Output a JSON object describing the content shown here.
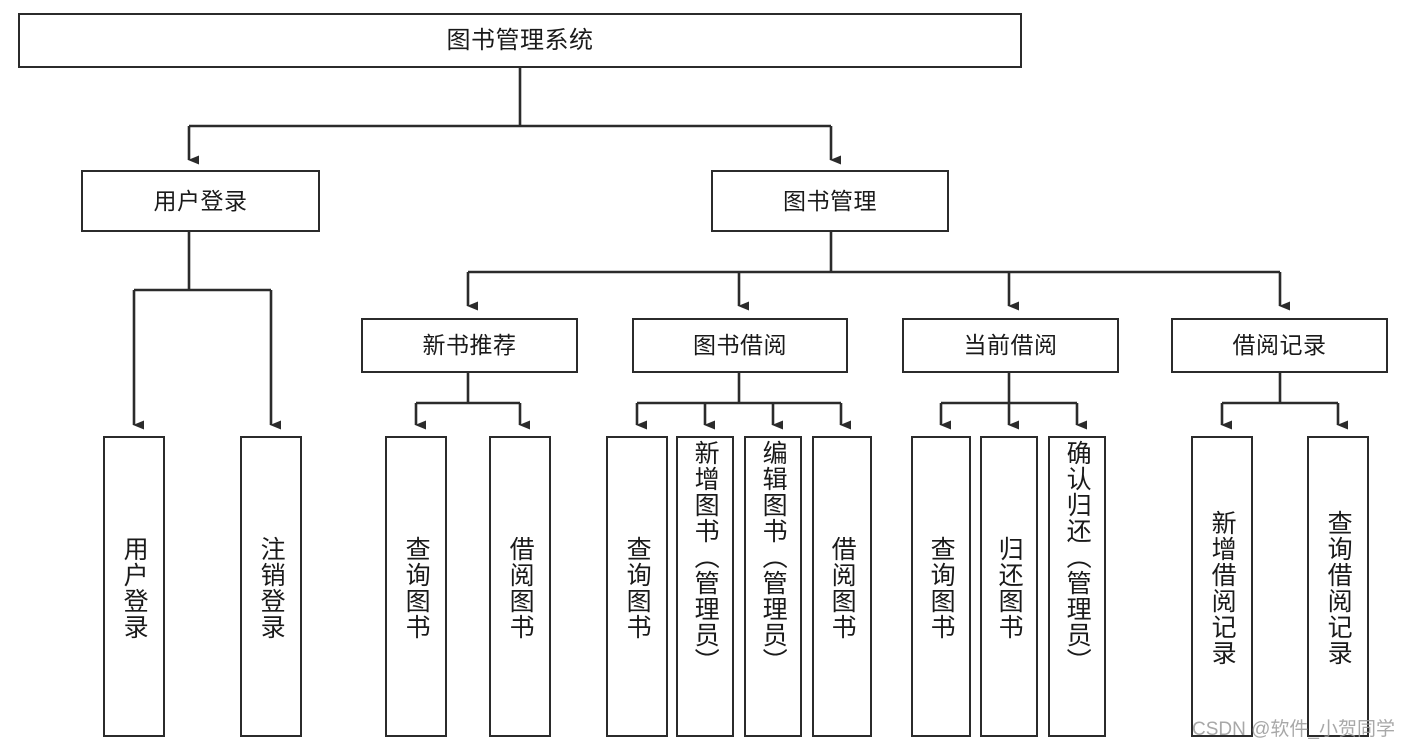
{
  "diagram": {
    "title": "图书管理系统",
    "type": "tree-hierarchy-chart",
    "colors": {
      "box_border": "#2b2b2b",
      "box_fill": "#ffffff",
      "edge": "#2b2b2b",
      "text": "#1a1a1a",
      "watermark": "#9a9a9a",
      "background": "#ffffff"
    }
  },
  "root": {
    "label": "图书管理系统"
  },
  "level2": [
    {
      "label": "用户登录"
    },
    {
      "label": "图书管理"
    }
  ],
  "level3": [
    {
      "label": "新书推荐"
    },
    {
      "label": "图书借阅"
    },
    {
      "label": "当前借阅"
    },
    {
      "label": "借阅记录"
    }
  ],
  "leaves": {
    "user_login": [
      {
        "label": "用户登录"
      },
      {
        "label": "注销登录"
      }
    ],
    "new_book_recommend": [
      {
        "label": "查询图书"
      },
      {
        "label": "借阅图书"
      }
    ],
    "book_borrow": [
      {
        "label": "查询图书"
      },
      {
        "label": "新增图书（管理员）"
      },
      {
        "label": "编辑图书（管理员）"
      },
      {
        "label": "借阅图书"
      }
    ],
    "current_borrow": [
      {
        "label": "查询图书"
      },
      {
        "label": "归还图书"
      },
      {
        "label": "确认归还（管理员）"
      }
    ],
    "borrow_record": [
      {
        "label": "新增借阅记录"
      },
      {
        "label": "查询借阅记录"
      }
    ]
  },
  "watermark": {
    "text": "CSDN @软件_小贺同学"
  }
}
